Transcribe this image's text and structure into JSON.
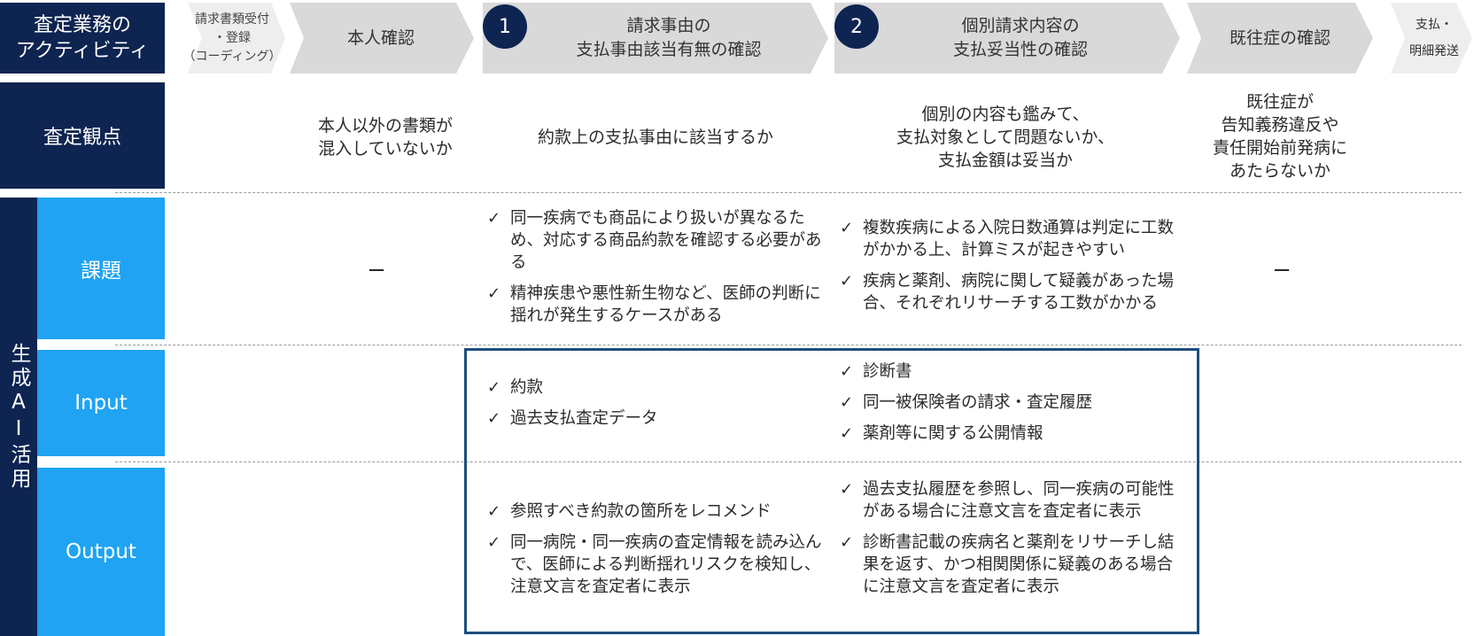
{
  "header": {
    "row_label": "査定業務の\nアクティビティ",
    "steps": [
      {
        "label": "請求書類受付\n・登録\n（コーディング）",
        "number": ""
      },
      {
        "label": "本人確認",
        "number": ""
      },
      {
        "label": "請求事由の\n支払事由該当有無の確認",
        "number": "1"
      },
      {
        "label": "個別請求内容の\n支払妥当性の確認",
        "number": "2"
      },
      {
        "label": "既往症の確認",
        "number": ""
      },
      {
        "label": "支払・\n明細発送",
        "number": ""
      }
    ]
  },
  "viewpoint": {
    "label": "査定観点",
    "cells": [
      "本人以外の書類が\n混入していないか",
      "約款上の支払事由に該当するか",
      "個別の内容も鑑みて、\n支払対象として問題ないか、\n支払金額は妥当か",
      "既往症が\n告知義務違反や\n責任開始前発病に\nあたらないか"
    ]
  },
  "gen_ai": {
    "side_label": "生成AI活用",
    "check_mark": "✓",
    "dash": "−",
    "issue": {
      "label": "課題",
      "identity": "−",
      "step1": [
        "同一疾病でも商品により扱いが異なるため、対応する商品約款を確認する必要がある",
        "精神疾患や悪性新生物など、医師の判断に揺れが発生するケースがある"
      ],
      "step2": [
        "複数疾病による入院日数通算は判定に工数がかかる上、計算ミスが起きやすい",
        "疾病と薬剤、病院に関して疑義があった場合、それぞれリサーチする工数がかかる"
      ],
      "preexisting": "−"
    },
    "input": {
      "label": "Input",
      "step1": [
        "約款",
        "過去支払査定データ"
      ],
      "step2": [
        "診断書",
        "同一被保険者の請求・査定履歴",
        "薬剤等に関する公開情報"
      ]
    },
    "output": {
      "label": "Output",
      "step1": [
        "参照すべき約款の箇所をレコメンド",
        "同一病院・同一疾病の査定情報を読み込んで、医師による判断揺れリスクを検知し、注意文言を査定者に表示"
      ],
      "step2": [
        "過去支払履歴を参照し、同一疾病の可能性がある場合に注意文言を査定者に表示",
        "診断書記載の疾病名と薬剤をリサーチし結果を返す、かつ相関関係に疑義のある場合に注意文言を査定者に表示"
      ]
    }
  },
  "colors": {
    "navy": "#0e2451",
    "blue": "#1fa3f2",
    "arrow_gray": "#d9d9d9",
    "frame": "#1d4f7d"
  }
}
